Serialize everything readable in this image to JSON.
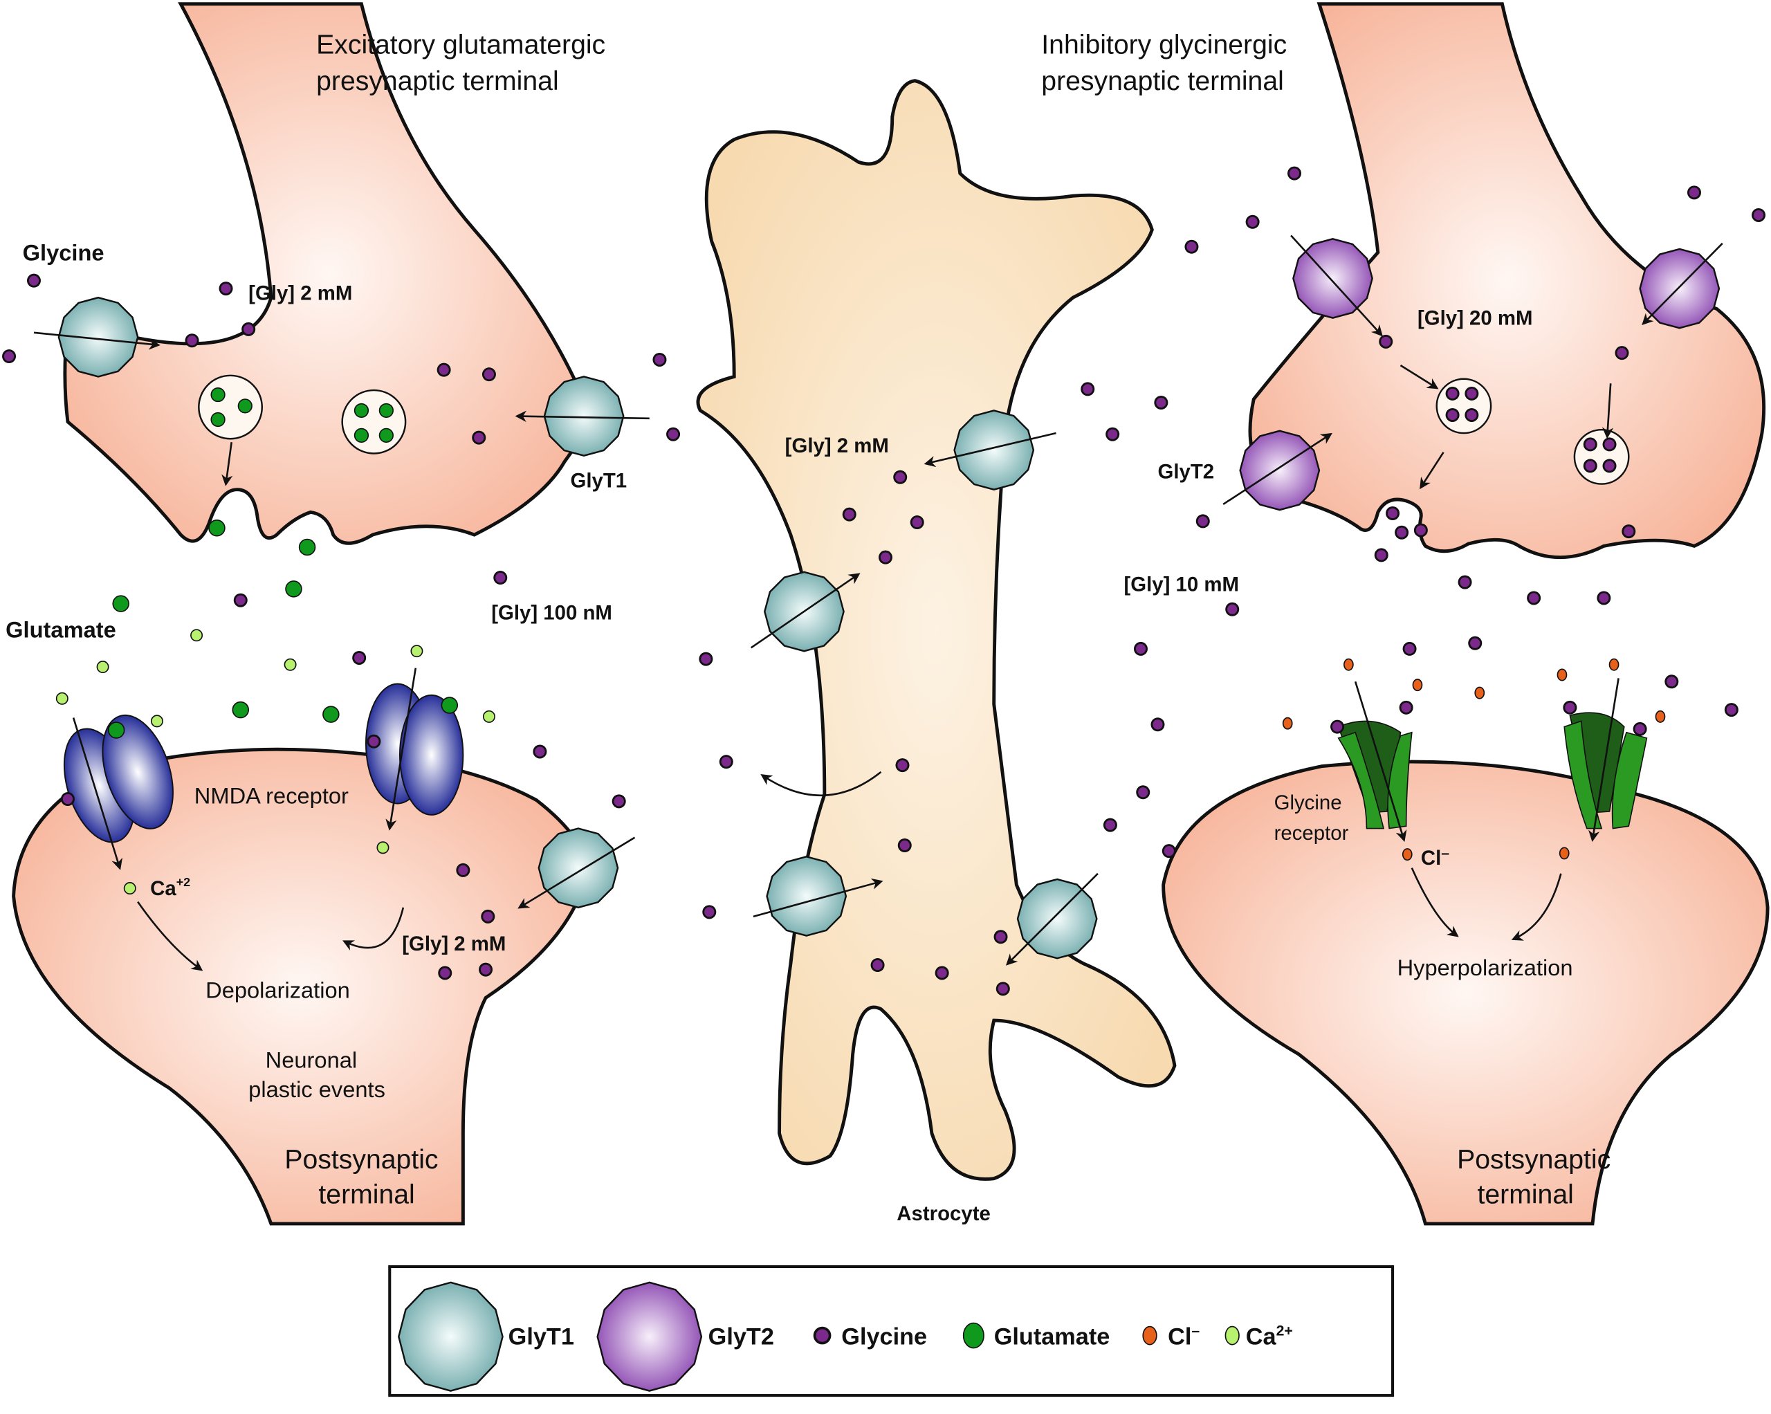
{
  "labels": {
    "excitatory_title": [
      "Excitatory glutamatergic",
      "presynaptic terminal"
    ],
    "inhibitory_title": [
      "Inhibitory glycinergic",
      "presynaptic terminal"
    ],
    "glycine": "Glycine",
    "glutamate": "Glutamate",
    "gly_2mM_pre": "[Gly] 2 mM",
    "glyt1": "GlyT1",
    "gly_100nM": "[Gly] 100 nM",
    "nmda_receptor": "NMDA receptor",
    "ca": "Ca",
    "ca_sup": "+2",
    "depolarization": "Depolarization",
    "gly_2mM_post": "[Gly] 2 mM",
    "neuronal_plastic": [
      "Neuronal",
      "plastic events"
    ],
    "postsynaptic_left": [
      "Postsynaptic",
      "terminal"
    ],
    "gly_2mM_astro": "[Gly] 2 mM",
    "astrocyte": "Astrocyte",
    "gly_20mM": "[Gly] 20 mM",
    "glyt2": "GlyT2",
    "gly_10mM": "[Gly] 10 mM",
    "glycine_receptor": [
      "Glycine",
      "receptor"
    ],
    "cl": "Cl",
    "cl_sup": "–",
    "hyperpolarization": "Hyperpolarization",
    "postsynaptic_right": [
      "Postsynaptic",
      "terminal"
    ]
  },
  "legend": {
    "items": [
      {
        "name": "GlyT1",
        "symbol": "glyt1-transporter"
      },
      {
        "name": "GlyT2",
        "symbol": "glyt2-transporter"
      },
      {
        "name": "Glycine",
        "symbol": "glycine-molecule"
      },
      {
        "name": "Glutamate",
        "symbol": "glutamate-molecule"
      },
      {
        "name": "Cl",
        "sup": "–",
        "symbol": "chloride-ion"
      },
      {
        "name": "Ca",
        "sup": "2+",
        "symbol": "calcium-ion"
      }
    ]
  },
  "colors": {
    "neuron": "#f7b79f",
    "astrocyte": "#f8ddb5",
    "glyt1": "#7fb7b8",
    "glyt2": "#9b59b6",
    "glycine": "#7b2a8c",
    "glutamate": "#0f9a1e",
    "chloride": "#e8611a",
    "calcium": "#b8f070",
    "nmda": "#2b2f9e",
    "glycine_receptor": "#2a8a22"
  }
}
